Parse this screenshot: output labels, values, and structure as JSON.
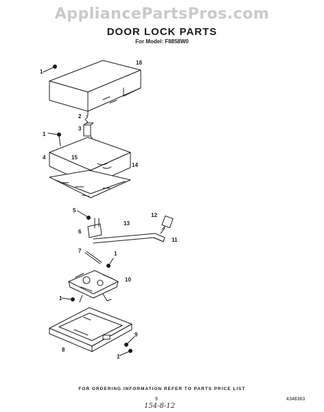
{
  "watermark": "AppliancePartsPros.com",
  "title": "DOOR LOCK PARTS",
  "model": "For Model: F8858W0",
  "callouts": {
    "c1": "1",
    "c18": "18",
    "c2": "2",
    "c3": "3",
    "c1b": "1",
    "c4": "4",
    "c15": "15",
    "c14": "14",
    "c5": "5",
    "c6": "6",
    "c12": "12",
    "c13": "13",
    "c11": "11",
    "c7": "7",
    "c1c": "1",
    "c10": "10",
    "c1d": "1",
    "c9": "9",
    "c8": "8",
    "c1e": "1"
  },
  "footer": "FOR ORDERING INFORMATION REFER TO PARTS PRICE LIST",
  "page_number": "9",
  "handwritten": "154-8-12",
  "doc_number": "4348363"
}
